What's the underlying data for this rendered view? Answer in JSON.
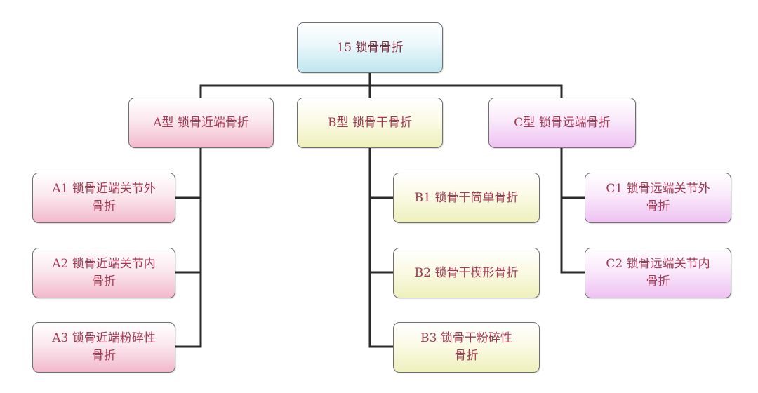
{
  "diagram": {
    "root": {
      "label": "15  锁骨骨折"
    },
    "categories": [
      {
        "label": "A型   锁骨近端骨折",
        "children": [
          {
            "label": "A1   锁骨近端关节外\n骨折"
          },
          {
            "label": "A2   锁骨近端关节内\n骨折"
          },
          {
            "label": "A3   锁骨近端粉碎性\n骨折"
          }
        ]
      },
      {
        "label": "B型   锁骨干骨折",
        "children": [
          {
            "label": "B1   锁骨干简单骨折"
          },
          {
            "label": "B2   锁骨干楔形骨折"
          },
          {
            "label": "B3   锁骨干粉碎性\n骨折"
          }
        ]
      },
      {
        "label": "C型   锁骨远端骨折",
        "children": [
          {
            "label": "C1   锁骨远端关节外\n骨折"
          },
          {
            "label": "C2   锁骨远端关节内\n骨折"
          }
        ]
      }
    ],
    "colors": {
      "connector": "#2a2a2a",
      "root_fill": "#bfe6ef",
      "type_a_fill": "#f2b9cc",
      "type_b_fill": "#eef0bc",
      "type_c_fill": "#eec1f2",
      "text": "#a33852"
    }
  }
}
